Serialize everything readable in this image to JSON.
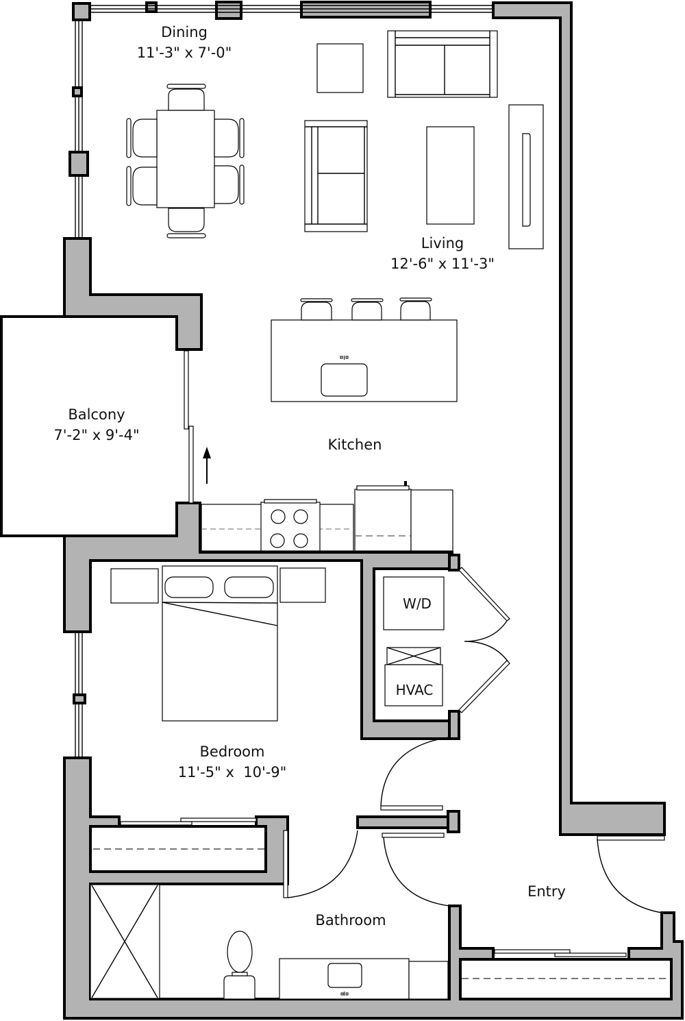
{
  "floor_plan": {
    "rooms": [
      {
        "id": "dining",
        "name": "Dining",
        "dimensions": "11'-3\" x 7'-0\""
      },
      {
        "id": "living",
        "name": "Living",
        "dimensions": "12'-6\" x 11'-3\""
      },
      {
        "id": "balcony",
        "name": "Balcony",
        "dimensions": "7'-2\" x 9'-4\""
      },
      {
        "id": "kitchen",
        "name": "Kitchen",
        "dimensions": ""
      },
      {
        "id": "bedroom",
        "name": "Bedroom",
        "dimensions": "11'-5\" x  10'-9\""
      },
      {
        "id": "bathroom",
        "name": "Bathroom",
        "dimensions": ""
      },
      {
        "id": "entry",
        "name": "Entry",
        "dimensions": ""
      }
    ],
    "fixtures": {
      "laundry": "W/D",
      "hvac": "HVAC"
    },
    "colors": {
      "wall_fill": "#b3b3b3",
      "wall_outline": "#000000",
      "background": "#ffffff"
    }
  }
}
